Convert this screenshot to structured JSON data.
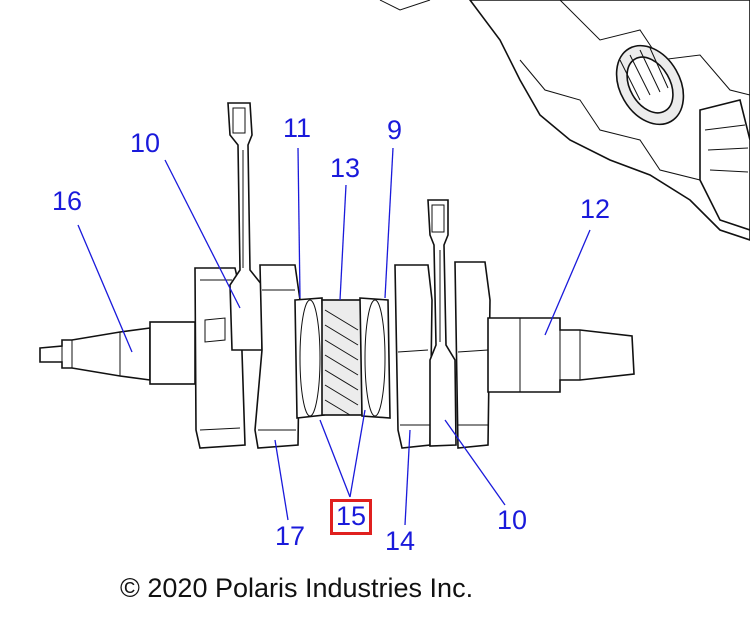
{
  "callouts": {
    "c10_top": "10",
    "c11": "11",
    "c9": "9",
    "c13": "13",
    "c16": "16",
    "c12": "12",
    "c17": "17",
    "c15": "15",
    "c14": "14",
    "c10_bottom": "10"
  },
  "highlight_color": "#e0201f",
  "callout_color": "#1a1adb",
  "copyright": "© 2020 Polaris Industries Inc."
}
